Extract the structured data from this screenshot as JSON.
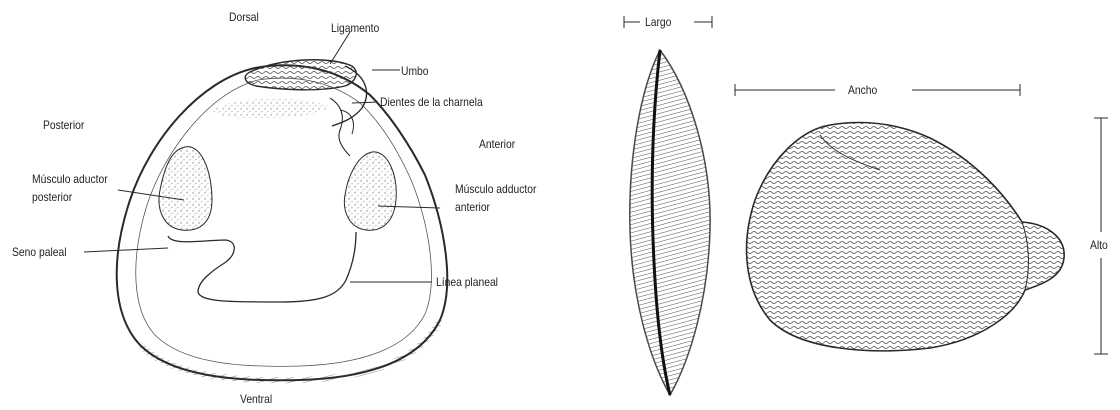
{
  "anatomy": {
    "dorsal": "Dorsal",
    "ventral": "Ventral",
    "posterior": "Posterior",
    "anterior": "Anterior",
    "ligament": "Ligamento",
    "umbo": "Umbo",
    "hinge_teeth": "Dientes de la charnela",
    "posterior_adductor_line1": "Músculo aductor",
    "posterior_adductor_line2": "posterior",
    "anterior_adductor_line1": "Músculo adductor",
    "anterior_adductor_line2": "anterior",
    "pallial_sinus": "Seno paleal",
    "pallial_line": "Línea planeal"
  },
  "measurements": {
    "length": "Largo",
    "width": "Ancho",
    "height": "Alto"
  },
  "colors": {
    "ink": "#2a2a2a",
    "stipple": "#9a9a9a",
    "background": "#ffffff"
  }
}
